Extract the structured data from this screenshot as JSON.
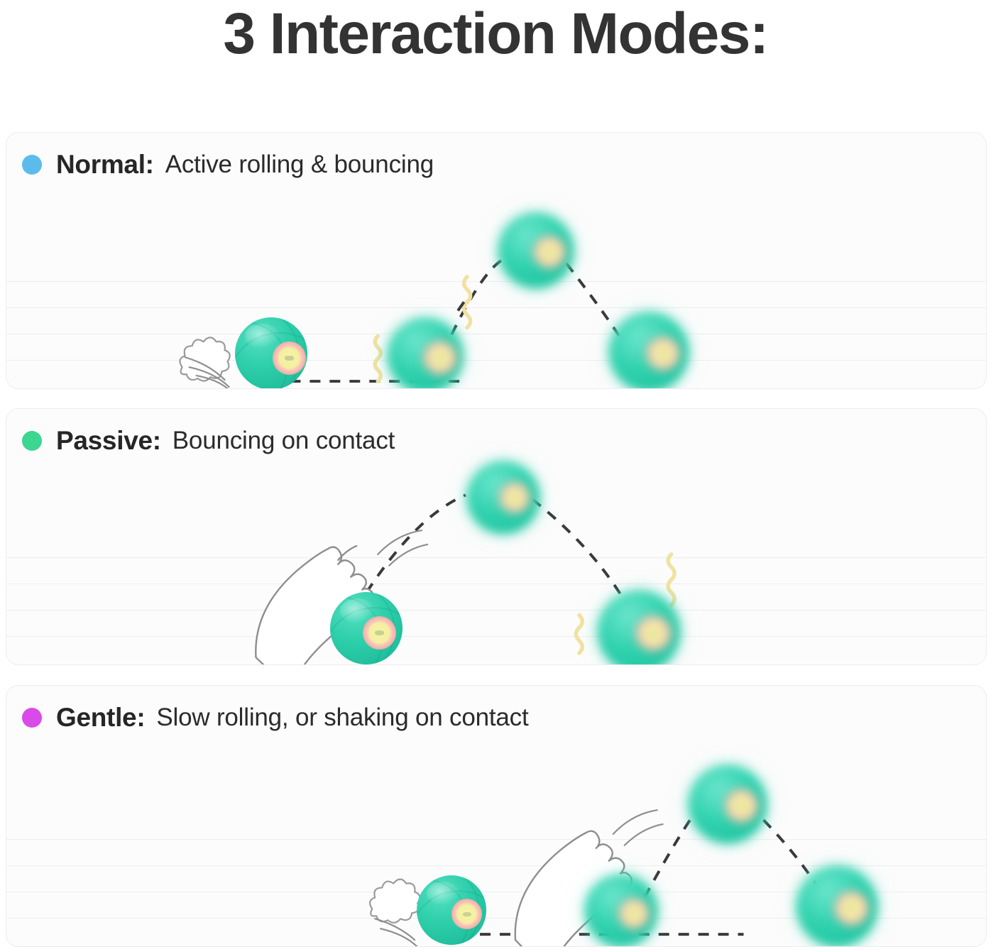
{
  "title": "3 Interaction Modes:",
  "modes": [
    {
      "id": "normal",
      "name": "Normal:",
      "description": "Active rolling & bouncing",
      "dot_color": "#5BBCEC",
      "dot_icon": "blue-dot-icon"
    },
    {
      "id": "passive",
      "name": "Passive:",
      "description": "Bouncing on contact",
      "dot_color": "#3BD690",
      "dot_icon": "green-dot-icon"
    },
    {
      "id": "gentle",
      "name": "Gentle:",
      "description": "Slow rolling, or shaking on contact",
      "dot_color": "#D94BE8",
      "dot_icon": "magenta-dot-icon"
    }
  ],
  "palette": {
    "ball_teal": "#2ECFAB",
    "ball_eye_ring": "#F7B2A8",
    "ball_eye_core": "#F6F3A6",
    "title_text": "#333333",
    "body_text": "#2B2B2B",
    "card_bg": "#FCFCFC",
    "card_border": "#EDEDED",
    "gridline": "#EEEEEE",
    "dash_path": "#3A3A3A",
    "lineart": "#8E8E8E",
    "squiggle": "#F2E2A0",
    "page_bg": "#FFFFFF"
  },
  "illustration": {
    "normal": {
      "elements": [
        "dust-puff",
        "motion-lines",
        "rolling-ball",
        "dashed-ground-path",
        "vibration-squiggle",
        "bouncing-ball-apex",
        "dashed-arc-path",
        "landing-ball"
      ],
      "ball_count": 4
    },
    "passive": {
      "elements": [
        "paw",
        "motion-arcs",
        "contact-ball",
        "dashed-arc-path",
        "apex-ball",
        "landing-ball",
        "vibration-squiggle"
      ],
      "ball_count": 3
    },
    "gentle": {
      "elements": [
        "dust-puff",
        "motion-lines",
        "rolling-ball",
        "dashed-ground-path",
        "paw",
        "motion-arcs",
        "contact-ball",
        "dashed-arc-path",
        "apex-ball",
        "landing-ball"
      ],
      "ball_count": 4
    }
  }
}
